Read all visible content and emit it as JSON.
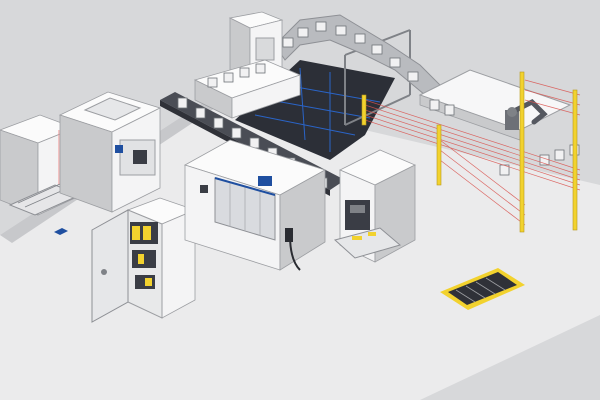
{
  "scene": {
    "background": "#d7d8da",
    "floor": "#ebebec",
    "machine_face": "#f4f4f5",
    "machine_side": "#c9cacc",
    "machine_top": "#fbfbfb",
    "outline": "#9c9ea2",
    "accent_blue": "#1f4fa0",
    "warning_yellow": "#f2d22e",
    "safety_red": "#d9534f",
    "dark_panel": "#3a3d45",
    "components": [
      {
        "id": "press-machine",
        "icon": "press-machine"
      },
      {
        "id": "conveyor-belt",
        "icon": "roller-conveyor"
      },
      {
        "id": "control-cabinet",
        "icon": "electrical-cabinet"
      },
      {
        "id": "cnc-machine",
        "icon": "machining-center"
      },
      {
        "id": "hydraulic-press",
        "icon": "press-frame"
      },
      {
        "id": "robot-cell",
        "icon": "industrial-robot"
      },
      {
        "id": "light-curtain",
        "icon": "safety-light-curtain"
      },
      {
        "id": "safety-fence",
        "icon": "fence"
      },
      {
        "id": "guard-mat",
        "icon": "safety-mat"
      },
      {
        "id": "gantry-loader",
        "icon": "gantry"
      }
    ]
  }
}
